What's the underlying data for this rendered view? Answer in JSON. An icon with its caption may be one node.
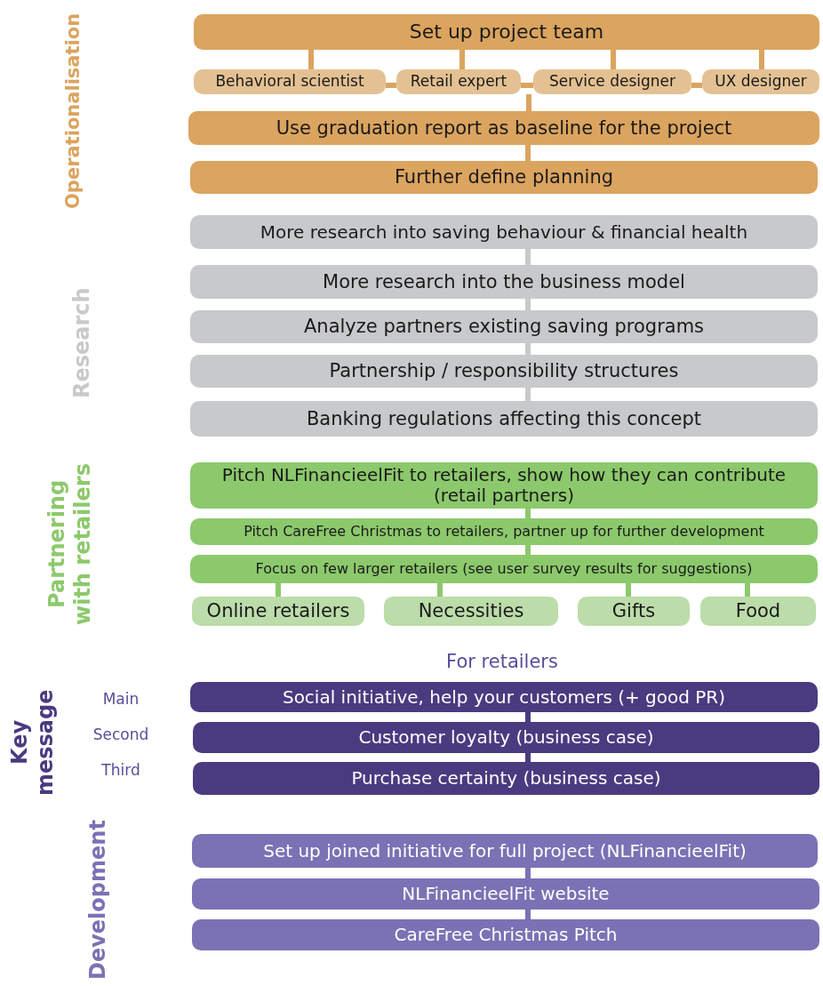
{
  "diagram": {
    "nodes": [
      {
        "text": [
          "Set up project team"
        ]
      },
      {
        "text": [
          "Behavioral scientist"
        ]
      },
      {
        "text": [
          "Retail expert"
        ]
      },
      {
        "text": [
          "Service designer"
        ]
      },
      {
        "text": [
          "UX designer"
        ]
      },
      {
        "text": [
          "Use graduation report as baseline for the project"
        ]
      },
      {
        "text": [
          "Further define planning"
        ]
      },
      {
        "text": [
          "More research into saving behaviour & financial health"
        ]
      },
      {
        "text": [
          "More research into the business model"
        ]
      },
      {
        "text": [
          "Analyze partners existing saving programs"
        ]
      },
      {
        "text": [
          "Partnership / responsibility structures"
        ]
      },
      {
        "text": [
          "Banking regulations affecting this concept"
        ]
      },
      {
        "text": [
          "Pitch NLFinancieelFit to retailers, show how they can contribute (retail partners)"
        ]
      },
      {
        "text": [
          "Pitch CareFree Christmas to retailers, partner up for further development"
        ]
      },
      {
        "text": [
          "Focus on few larger retailers (see user survey results for suggestions)"
        ]
      },
      {
        "text": [
          "Online retailers"
        ]
      },
      {
        "text": [
          "Necessities"
        ]
      },
      {
        "text": [
          "Gifts"
        ]
      },
      {
        "text": [
          "Food"
        ]
      },
      {
        "text": [
          "Social initiative, help your customers (+ good PR)"
        ]
      },
      {
        "text": [
          "Customer loyalty (business case)"
        ]
      },
      {
        "text": [
          "Purchase certainty (business case)"
        ]
      },
      {
        "text": [
          "Set up joined initiative for full project (NLFinancieelFit)"
        ]
      },
      {
        "text": [
          "NLFinancieelFit website"
        ]
      },
      {
        "text": [
          "CareFree Christmas Pitch"
        ]
      }
    ],
    "edges": [
      {
        "from": 0,
        "to": 1,
        "arrow": "none"
      },
      {
        "from": 0,
        "to": 2,
        "arrow": "none"
      },
      {
        "from": 0,
        "to": 3,
        "arrow": "none"
      },
      {
        "from": 0,
        "to": 4,
        "arrow": "none"
      },
      {
        "from": 1,
        "to": 2,
        "arrow": "none"
      },
      {
        "from": 2,
        "to": 3,
        "arrow": "none"
      },
      {
        "from": 3,
        "to": 4,
        "arrow": "none"
      },
      {
        "from": 2,
        "to": 5,
        "arrow": "none"
      },
      {
        "from": 5,
        "to": 6,
        "arrow": "none"
      },
      {
        "from": 7,
        "to": 8,
        "arrow": "none",
        "color": "#c8c9cb"
      },
      {
        "from": 8,
        "to": 9,
        "arrow": "none",
        "color": "#c8c9cb"
      },
      {
        "from": 9,
        "to": 10,
        "arrow": "none",
        "color": "#c8c9cb"
      },
      {
        "from": 10,
        "to": 11,
        "arrow": "none",
        "color": "#c8c9cb"
      },
      {
        "from": 12,
        "to": 13,
        "arrow": "none"
      },
      {
        "from": 13,
        "to": 14,
        "arrow": "none"
      },
      {
        "from": 14,
        "to": 15,
        "arrow": "none"
      },
      {
        "from": 14,
        "to": 16,
        "arrow": "none"
      },
      {
        "from": 14,
        "to": 17,
        "arrow": "none"
      },
      {
        "from": 14,
        "to": 18,
        "arrow": "none"
      },
      {
        "from": 19,
        "to": 20,
        "arrow": "none",
        "color": "#4a3b80"
      },
      {
        "from": 20,
        "to": 21,
        "arrow": "none",
        "color": "#4a3b80"
      },
      {
        "from": 22,
        "to": 23,
        "arrow": "none",
        "color": "#7a72b4"
      },
      {
        "from": 23,
        "to": 24,
        "arrow": "none",
        "color": "#7a72b4"
      }
    ],
    "labels": [
      "Operationalisation",
      "Research",
      "Partnering with retailers",
      "For retailers",
      "Key message",
      "Main",
      "Second",
      "Third",
      "Development"
    ]
  }
}
